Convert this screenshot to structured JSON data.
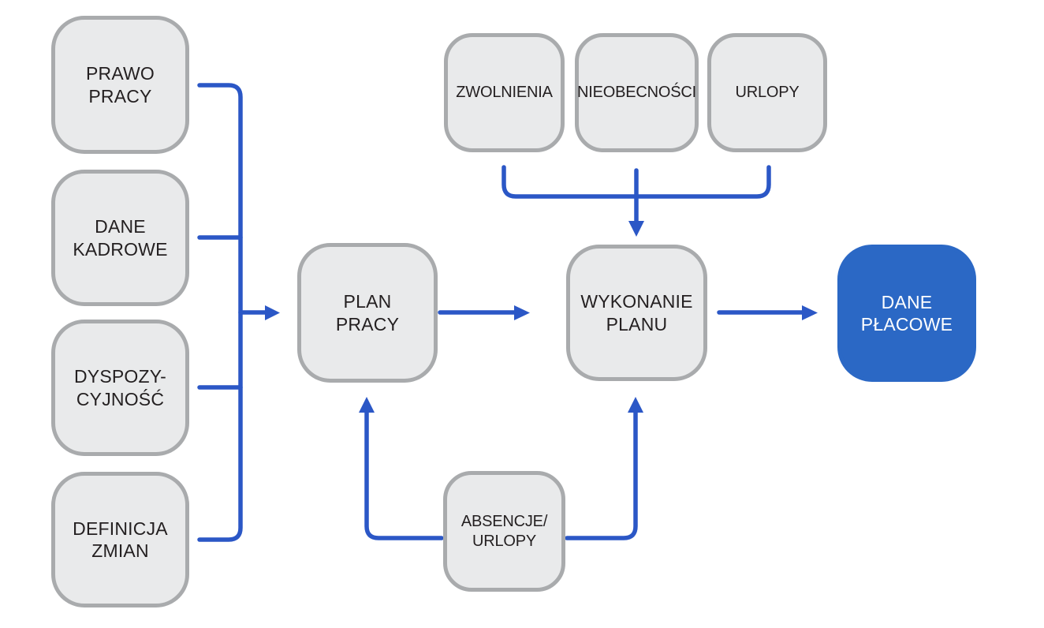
{
  "diagram": {
    "background": "#ffffff",
    "colors": {
      "connector": "#2b57c6",
      "node_fill": "#e9eaeb",
      "node_border": "#a9abad",
      "node_text": "#231f20",
      "accent_fill": "#2b68c5",
      "accent_text": "#ffffff"
    },
    "nodes": {
      "prawo_pracy": {
        "label": "PRAWO\nPRACY"
      },
      "dane_kadrowe": {
        "label": "DANE\nKADROWE"
      },
      "dyspozycyjnosc": {
        "label": "DYSPOZY-\nCYJNOŚĆ"
      },
      "definicja_zmian": {
        "label": "DEFINICJA\nZMIAN"
      },
      "zwolnienia": {
        "label": "ZWOLNIENIA"
      },
      "nieobecnosci": {
        "label": "NIEOBECNOŚCI"
      },
      "urlopy": {
        "label": "URLOPY"
      },
      "plan_pracy": {
        "label": "PLAN\nPRACY"
      },
      "wykonanie_planu": {
        "label": "WYKONANIE\nPLANU"
      },
      "dane_placowe": {
        "label": "DANE\nPŁACOWE"
      },
      "absencje_urlopy": {
        "label": "ABSENCJE/\nURLOPY"
      }
    },
    "edges": [
      {
        "from": [
          "PRAWO PRACY",
          "DANE KADROWE",
          "DYSPOZY-CYJNOŚĆ",
          "DEFINICJA ZMIAN"
        ],
        "to": "PLAN PRACY"
      },
      {
        "from": [
          "ZWOLNIENIA",
          "NIEOBECNOŚCI",
          "URLOPY"
        ],
        "to": "WYKONANIE PLANU"
      },
      {
        "from": "PLAN PRACY",
        "to": "WYKONANIE PLANU"
      },
      {
        "from": "WYKONANIE PLANU",
        "to": "DANE PŁACOWE"
      },
      {
        "from": "ABSENCJE/URLOPY",
        "to": "PLAN PRACY"
      },
      {
        "from": "ABSENCJE/URLOPY",
        "to": "WYKONANIE PLANU"
      }
    ]
  }
}
